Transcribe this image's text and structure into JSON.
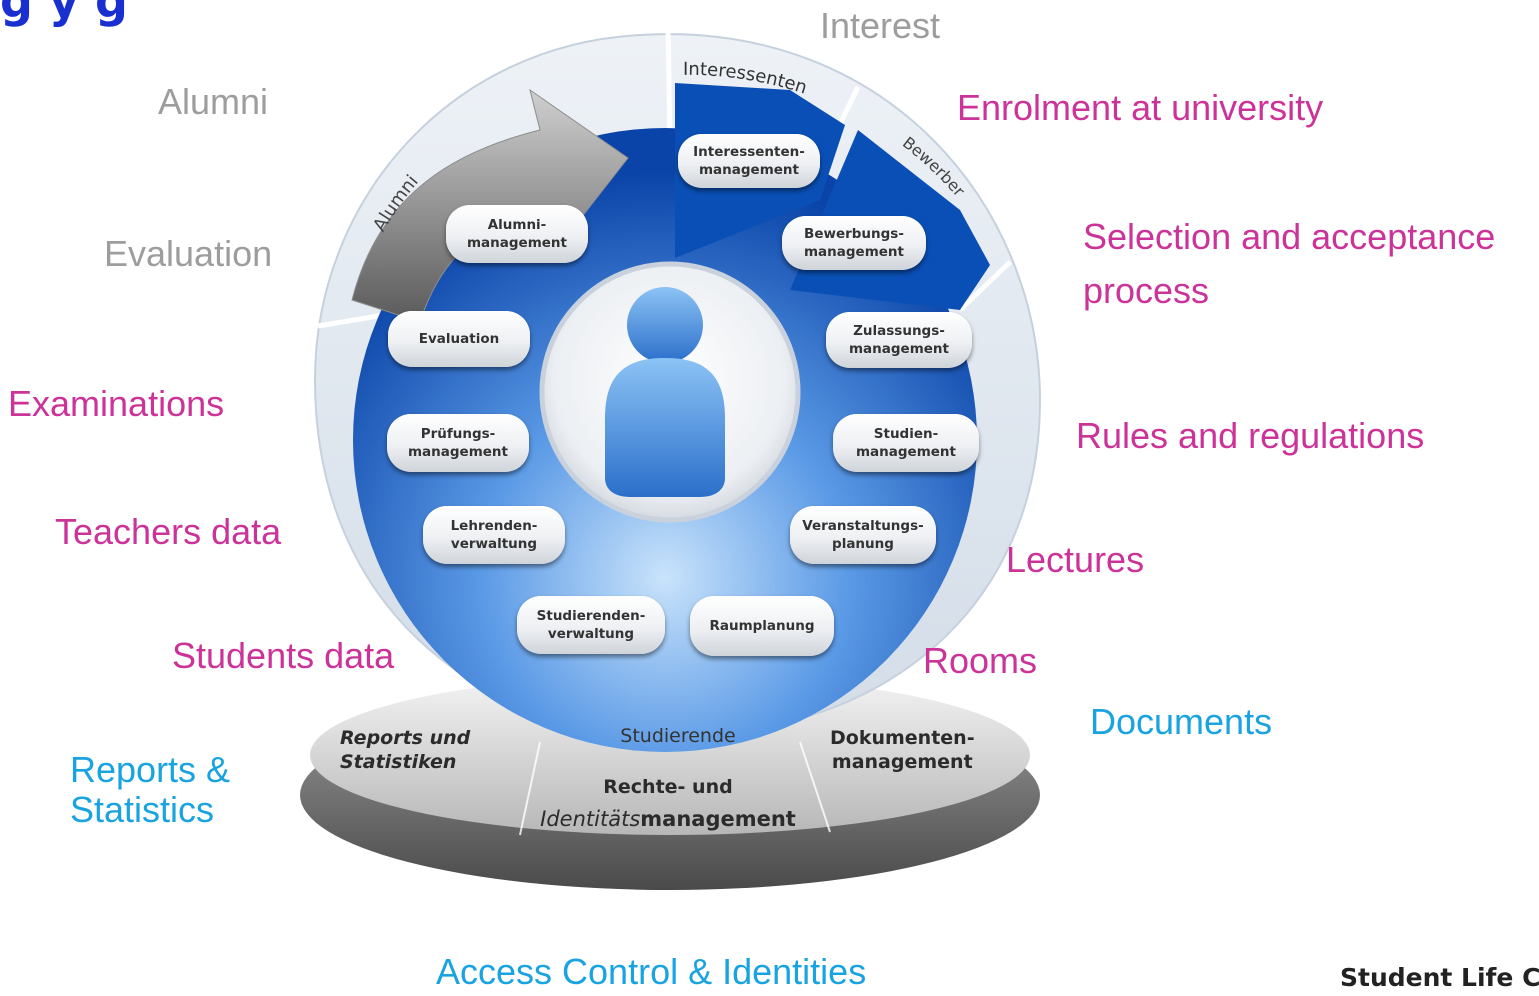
{
  "colors": {
    "ring_blue": "#0a4fb5",
    "outer_ring": "#dfe6ee",
    "label_gray": "#9d9d9d",
    "label_magenta": "#cc3399",
    "label_cyan": "#19a3e0",
    "title_blue": "#1a2fd0"
  },
  "title_fragment": "g           y                g",
  "footer_title": "Student Life Cy",
  "labels": {
    "interest": "Interest",
    "alumni": "Alumni",
    "evaluation": "Evaluation",
    "enrolment": "Enrolment at university",
    "selection": "Selection and acceptance\nprocess",
    "examinations": "Examinations",
    "rules": "Rules and regulations",
    "teachers": "Teachers data",
    "lectures": "Lectures",
    "students": "Students data",
    "rooms": "Rooms",
    "documents": "Documents",
    "reports": "Reports &\nStatistics",
    "access": "Access Control & Identities"
  },
  "ring_labels": {
    "interessenten": "Interessenten",
    "bewerber": "Bewerber",
    "alumni": "Alumni",
    "studierende": "Studierende"
  },
  "modules": {
    "interessenten": "Interessenten-\nmanagement",
    "alumni": "Alumni-\nmanagement",
    "bewerbung": "Bewerbungs-\nmanagement",
    "zulassung": "Zulassungs-\nmanagement",
    "evaluation": "Evaluation",
    "pruefung": "Prüfungs-\nmanagement",
    "studien": "Studien-\nmanagement",
    "lehrende": "Lehrenden-\nverwaltung",
    "veranstaltung": "Veranstaltungs-\nplanung",
    "studierende": "Studierenden-\nverwaltung",
    "raum": "Raumplanung"
  },
  "base": {
    "reports": "Reports und\nStatistiken",
    "rechte_line1": "Rechte- und",
    "rechte_line2_italic": "Identitäts",
    "rechte_line2_rest": "management",
    "dokumente": "Dokumenten-\nmanagement"
  },
  "icons": [
    "person-icon",
    "circular-arrow-icon"
  ]
}
